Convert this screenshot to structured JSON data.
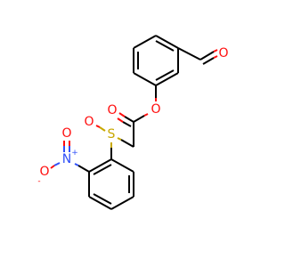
{
  "colors": {
    "oxygen": "#ff0d0d",
    "nitrogen": "#3050f8",
    "sulfur": "#c8a800",
    "carbon": "#000000"
  },
  "atoms": {
    "aldehyde_o": "O",
    "ester_o_single": "O",
    "ester_o_double": "O",
    "sulfinyl_s": "S",
    "sulfinyl_o": "O",
    "nitro_n": "N",
    "nitro_o_double": "O",
    "nitro_o_minus": "O"
  },
  "charges": {
    "nitro_n": "+",
    "nitro_o_minus": "-"
  }
}
